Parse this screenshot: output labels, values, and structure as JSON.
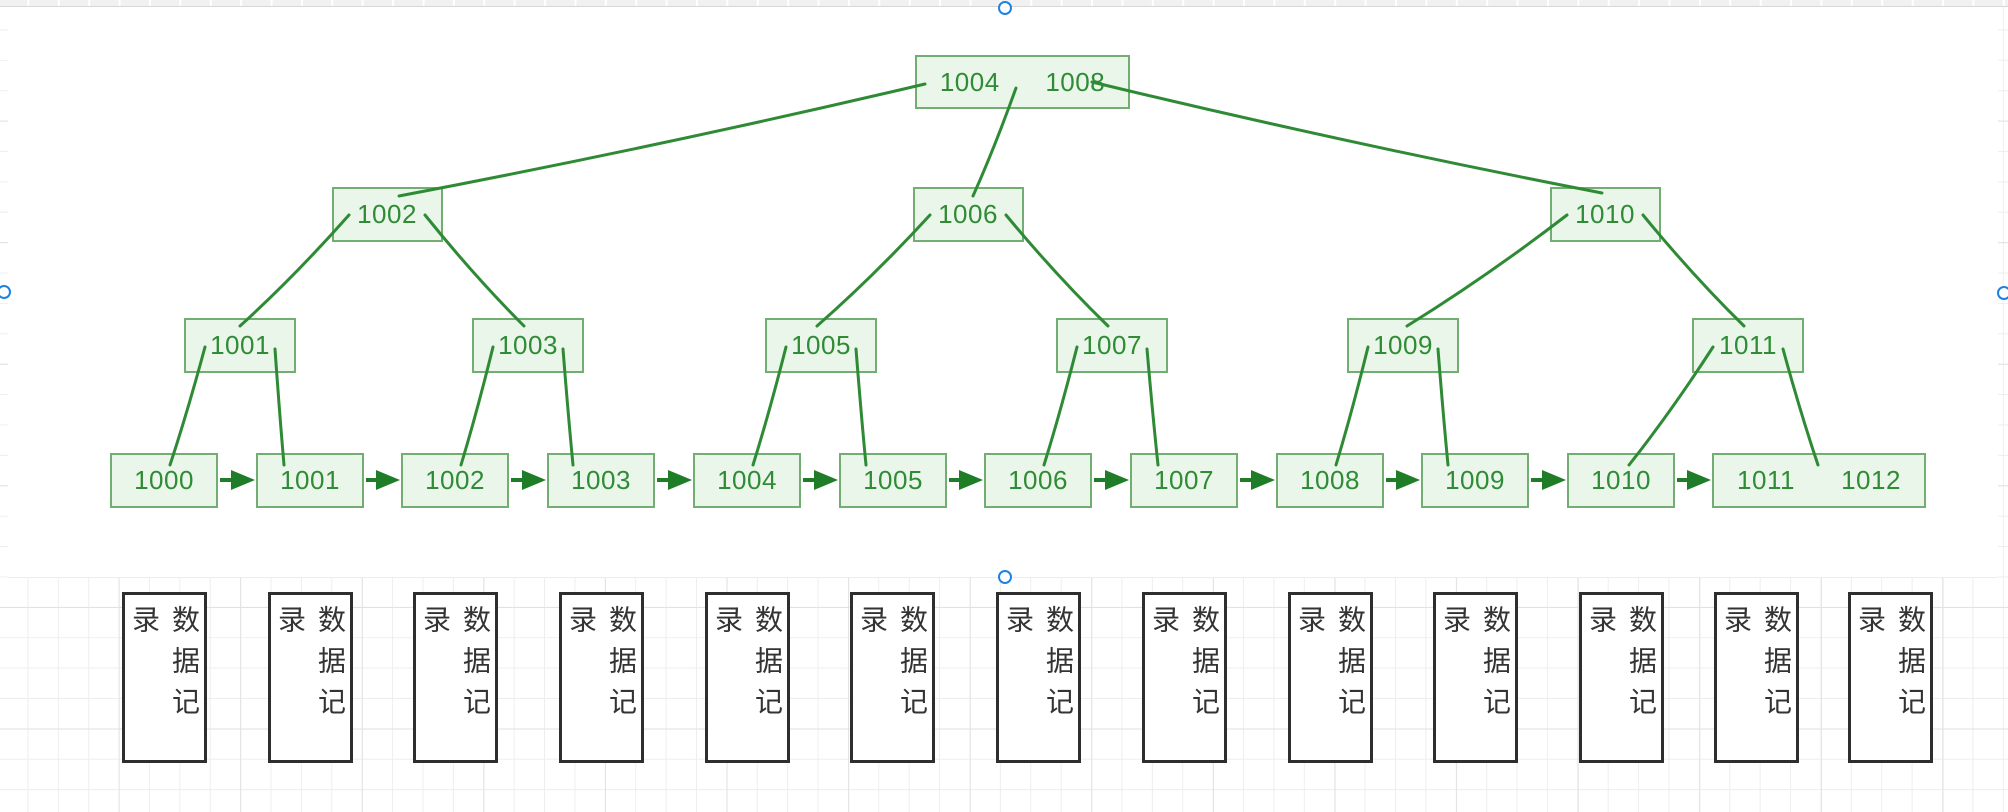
{
  "tree": {
    "root": {
      "keys": [
        "1004",
        "1008"
      ]
    },
    "internal_upper": [
      {
        "label": "1002"
      },
      {
        "label": "1006"
      },
      {
        "label": "1010"
      }
    ],
    "internal_lower": [
      {
        "label": "1001"
      },
      {
        "label": "1003"
      },
      {
        "label": "1005"
      },
      {
        "label": "1007"
      },
      {
        "label": "1009"
      },
      {
        "label": "1011"
      }
    ],
    "leaves": [
      {
        "keys": [
          "1000"
        ]
      },
      {
        "keys": [
          "1001"
        ]
      },
      {
        "keys": [
          "1002"
        ]
      },
      {
        "keys": [
          "1003"
        ]
      },
      {
        "keys": [
          "1004"
        ]
      },
      {
        "keys": [
          "1005"
        ]
      },
      {
        "keys": [
          "1006"
        ]
      },
      {
        "keys": [
          "1007"
        ]
      },
      {
        "keys": [
          "1008"
        ]
      },
      {
        "keys": [
          "1009"
        ]
      },
      {
        "keys": [
          "1010"
        ]
      },
      {
        "keys": [
          "1011",
          "1012"
        ]
      }
    ]
  },
  "records": {
    "label": "数据记录",
    "count": 13
  },
  "colors": {
    "node_fill": "#e9f6e9",
    "node_stroke": "#72ae72",
    "node_text": "#2f8b35",
    "edge": "#2f8a35",
    "arrow": "#1e7d26",
    "record_border": "#2e2e2e",
    "handle": "#1d82e2"
  }
}
